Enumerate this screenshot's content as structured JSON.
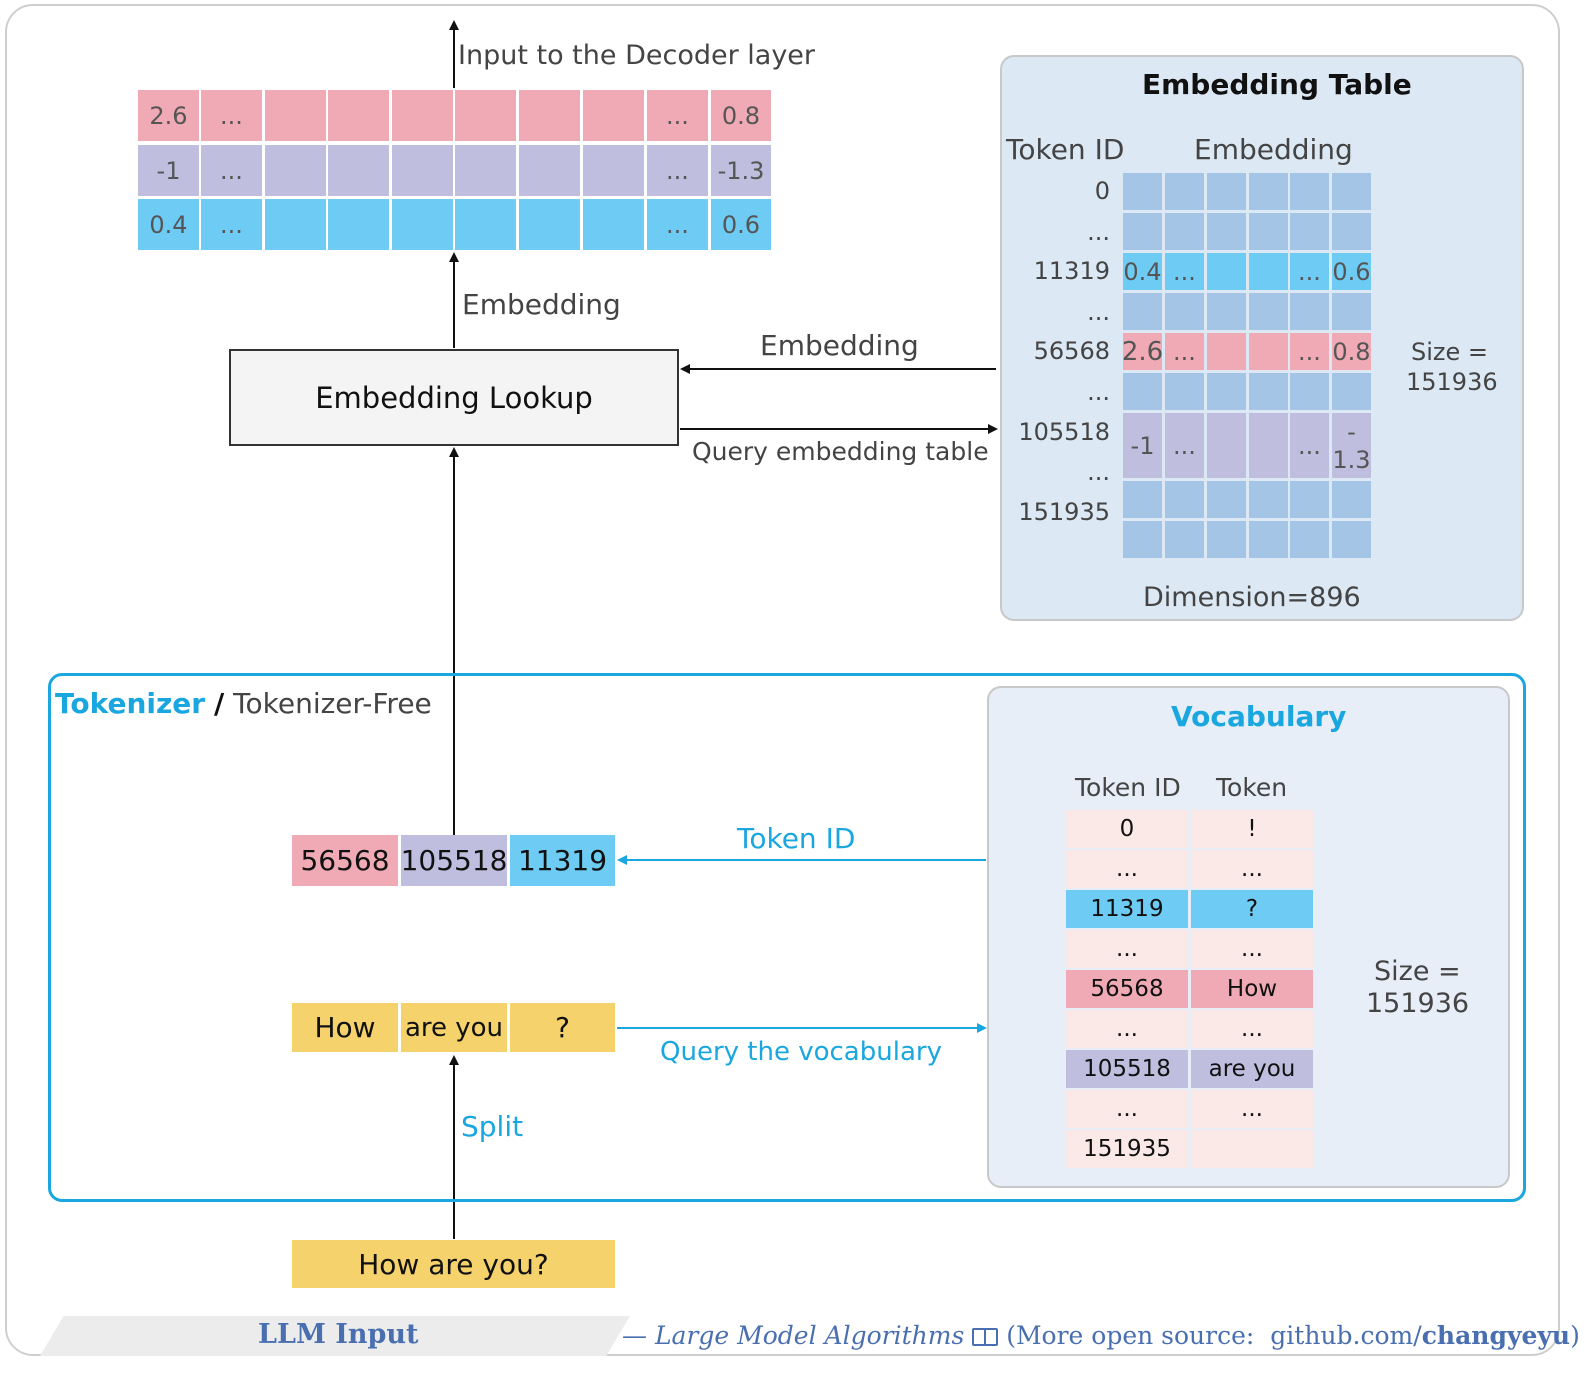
{
  "top_output": {
    "label": "Input to the Decoder layer",
    "rows": [
      {
        "first": "2.6",
        "second": "...",
        "second_last": "...",
        "last": "0.8",
        "color": "#f0aab5"
      },
      {
        "first": "-1",
        "second": "...",
        "second_last": "...",
        "last": "-1.3",
        "color": "#c0bedf"
      },
      {
        "first": "0.4",
        "second": "...",
        "second_last": "...",
        "last": "0.6",
        "color": "#6ecbf3"
      }
    ]
  },
  "labels": {
    "embedding_up": "Embedding",
    "embedding_from_table": "Embedding",
    "query_embedding_table": "Query embedding table",
    "token_id_arrow": "Token ID",
    "query_vocabulary": "Query the vocabulary",
    "split": "Split"
  },
  "lookup_box": {
    "label": "Embedding Lookup"
  },
  "embedding_table": {
    "title": "Embedding Table",
    "col_token_id": "Token ID",
    "col_embedding": "Embedding",
    "row_ids": [
      "0",
      "...",
      "11319",
      "...",
      "56568",
      "...",
      "105518",
      "...",
      "151935"
    ],
    "row_11319": [
      "0.4",
      "...",
      "...",
      "0.6"
    ],
    "row_56568": [
      "2.6",
      "...",
      "...",
      "0.8"
    ],
    "row_105518": [
      "-1",
      "...",
      "...",
      "-",
      "1.3"
    ],
    "size_label": "Size =",
    "size_value": "151936",
    "dimension": "Dimension=896"
  },
  "tokenizer": {
    "title_main": "Tokenizer",
    "title_sep": "/",
    "title_alt": "Tokenizer-Free"
  },
  "token_ids": [
    "56568",
    "105518",
    "11319"
  ],
  "tokens": [
    "How",
    "are you",
    "?"
  ],
  "input_text": "How are you?",
  "vocabulary": {
    "title": "Vocabulary",
    "col_token_id": "Token ID",
    "col_token": "Token",
    "rows": [
      {
        "id": "0",
        "token": "!"
      },
      {
        "id": "...",
        "token": "..."
      },
      {
        "id": "11319",
        "token": "?"
      },
      {
        "id": "...",
        "token": "..."
      },
      {
        "id": "56568",
        "token": "How"
      },
      {
        "id": "...",
        "token": "..."
      },
      {
        "id": "105518",
        "token": "are you"
      },
      {
        "id": "...",
        "token": "..."
      },
      {
        "id": "151935",
        "token": ""
      }
    ],
    "size_label": "Size =",
    "size_value": "151936"
  },
  "footer": {
    "title": "LLM Input",
    "credit_prefix": "— Large Model Algorithms",
    "book_icon": "open-book-icon",
    "credit_more": "(More open source:",
    "credit_site": "github.com/",
    "credit_user": "changyeyu",
    "credit_close": ")"
  },
  "colors": {
    "pink": "#f0aab5",
    "purple": "#c0bedf",
    "cyan": "#6ecbf3",
    "blue": "#a5c5e7",
    "yellow": "#f5d26c",
    "accent": "#1aa7df"
  }
}
